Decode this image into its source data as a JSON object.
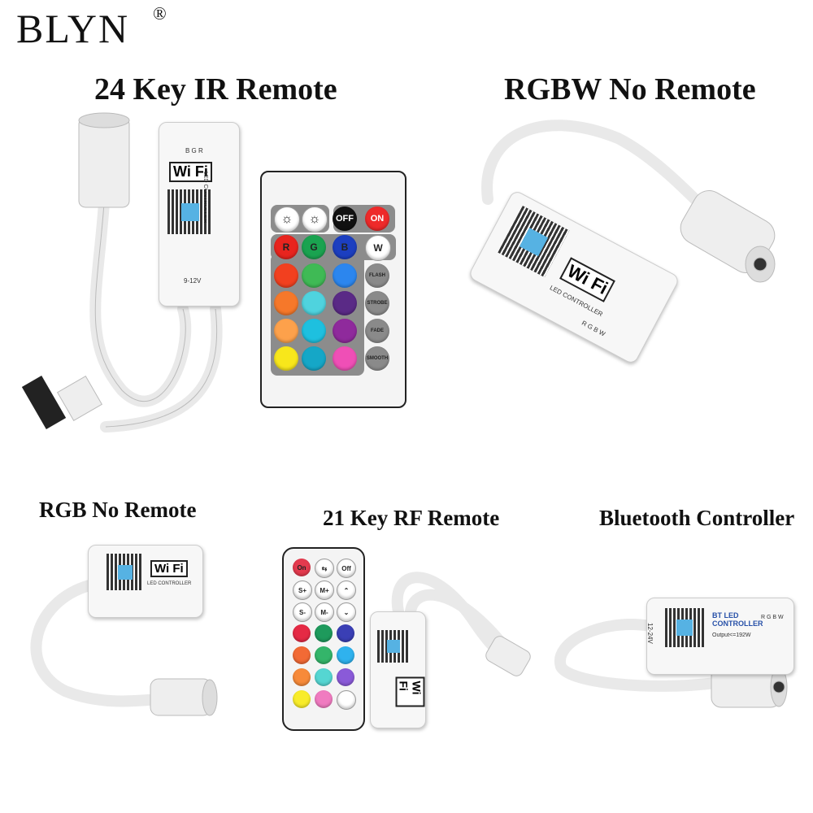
{
  "brand": {
    "logo": "BLYN",
    "registered": "®"
  },
  "sections": {
    "ir_title": "24 Key IR Remote",
    "rgbw_title": "RGBW No Remote",
    "rgb_title": "RGB No Remote",
    "rf_title": "21 Key RF Remote",
    "bt_title": "Bluetooth Controller"
  },
  "controller_labels": {
    "wifi": "Wi Fi",
    "led_controller": "LED CONTROLLER",
    "bgr": "B G R",
    "voltage": "9-12V",
    "bt_led_controller": "BT LED CONTROLLER",
    "bt_output": "Output<=192W",
    "bt_voltage": "12-24V",
    "rgbw": "R G B W"
  },
  "ir_remote": {
    "top_row": [
      {
        "label": "☼",
        "color": "#ffffff"
      },
      {
        "label": "☼",
        "color": "#ffffff"
      },
      {
        "label": "OFF",
        "color": "#111111"
      },
      {
        "label": "ON",
        "color": "#ee2a2a"
      }
    ],
    "rgbw_row": [
      {
        "label": "R",
        "color": "#e8241e"
      },
      {
        "label": "G",
        "color": "#1aa350"
      },
      {
        "label": "B",
        "color": "#1c3fc0"
      },
      {
        "label": "W",
        "color": "#ffffff"
      }
    ],
    "color_grid": [
      [
        "#f2401f",
        "#3fba55",
        "#2c86ee"
      ],
      [
        "#f6782a",
        "#4fd3de",
        "#5a2a86"
      ],
      [
        "#fda14b",
        "#1ec0df",
        "#8f2a9c"
      ],
      [
        "#f8e71b",
        "#15a7c7",
        "#ef4fb6"
      ]
    ],
    "mode_buttons": [
      "FLASH",
      "STROBE",
      "FADE",
      "SMOOTH"
    ]
  },
  "rf_remote": {
    "rows": [
      [
        {
          "label": "On",
          "color": "#e43a4e"
        },
        {
          "label": "⇆",
          "color": "#ffffff"
        },
        {
          "label": "Off",
          "color": "#ffffff"
        }
      ],
      [
        {
          "label": "S+",
          "color": "#ffffff"
        },
        {
          "label": "M+",
          "color": "#ffffff"
        },
        {
          "label": "⌃",
          "color": "#ffffff"
        }
      ],
      [
        {
          "label": "S-",
          "color": "#ffffff"
        },
        {
          "label": "M-",
          "color": "#ffffff"
        },
        {
          "label": "⌄",
          "color": "#ffffff"
        }
      ],
      [
        {
          "label": "",
          "color": "#e52a45"
        },
        {
          "label": "",
          "color": "#1e9a5c"
        },
        {
          "label": "",
          "color": "#3a3fb5"
        }
      ],
      [
        {
          "label": "",
          "color": "#f26a35"
        },
        {
          "label": "",
          "color": "#34b56a"
        },
        {
          "label": "",
          "color": "#2fb2ee"
        }
      ],
      [
        {
          "label": "",
          "color": "#f78a3a"
        },
        {
          "label": "",
          "color": "#55d6d2"
        },
        {
          "label": "",
          "color": "#8a5ad8"
        }
      ],
      [
        {
          "label": "",
          "color": "#f8ec2a"
        },
        {
          "label": "",
          "color": "#f07bc0"
        },
        {
          "label": "",
          "color": "#ffffff"
        }
      ]
    ]
  }
}
